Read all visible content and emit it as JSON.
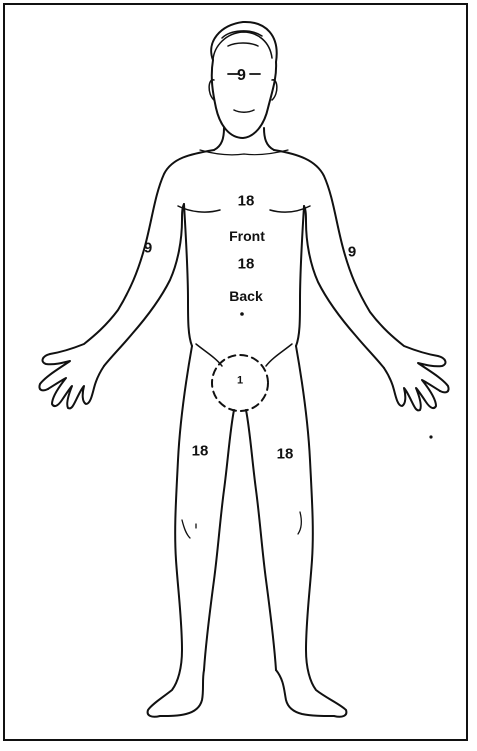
{
  "diagram": {
    "labels": {
      "head": "9",
      "chest_front": "18",
      "front_word": "Front",
      "back_value": "18",
      "back_word": "Back",
      "left_arm": "9",
      "right_arm": "9",
      "genital": "1",
      "left_leg": "18",
      "right_leg": "18"
    }
  }
}
